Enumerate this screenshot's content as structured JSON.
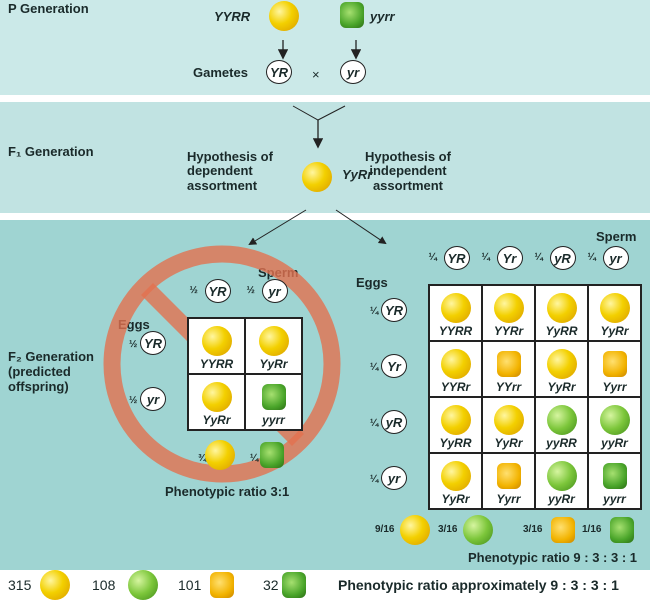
{
  "p_generation": {
    "label": "P Generation",
    "parent1": "YYRR",
    "parent2": "yyrr",
    "gametes_label": "Gametes",
    "gamete1": "YR",
    "cross": "×",
    "gamete2": "yr"
  },
  "f1_generation": {
    "label": "F₁ Generation",
    "genotype": "YyRr",
    "hyp_dependent": [
      "Hypothesis of",
      "dependent",
      "assortment"
    ],
    "hyp_independent": [
      "Hypothesis of",
      "independent",
      "assortment"
    ]
  },
  "f2_generation": {
    "label": [
      "F₂ Generation",
      "(predicted",
      "offspring)"
    ]
  },
  "dependent": {
    "sperm_label": "Sperm",
    "eggs_label": "Eggs",
    "sperm": [
      {
        "frac": "½",
        "g": "YR"
      },
      {
        "frac": "½",
        "g": "yr"
      }
    ],
    "eggs": [
      {
        "frac": "½",
        "g": "YR"
      },
      {
        "frac": "½",
        "g": "yr"
      }
    ],
    "cells": [
      [
        {
          "g": "YYRR",
          "p": "yr"
        },
        {
          "g": "YyRr",
          "p": "yr"
        }
      ],
      [
        {
          "g": "YyRr",
          "p": "yr"
        },
        {
          "g": "yyrr",
          "p": "gw"
        }
      ]
    ],
    "phenotypes": [
      {
        "frac": "¾",
        "p": "yr"
      },
      {
        "frac": "¼",
        "p": "gw"
      }
    ],
    "ratio": "Phenotypic ratio 3:1"
  },
  "independent": {
    "sperm_label": "Sperm",
    "eggs_label": "Eggs",
    "sperm": [
      {
        "frac": "¼",
        "g": "YR"
      },
      {
        "frac": "¼",
        "g": "Yr"
      },
      {
        "frac": "¼",
        "g": "yR"
      },
      {
        "frac": "¼",
        "g": "yr"
      }
    ],
    "eggs": [
      {
        "frac": "¼",
        "g": "YR"
      },
      {
        "frac": "¼",
        "g": "Yr"
      },
      {
        "frac": "¼",
        "g": "yR"
      },
      {
        "frac": "¼",
        "g": "yr"
      }
    ],
    "cells": [
      [
        {
          "g": "YYRR",
          "p": "yr"
        },
        {
          "g": "YYRr",
          "p": "yr"
        },
        {
          "g": "YyRR",
          "p": "yr"
        },
        {
          "g": "YyRr",
          "p": "yr"
        }
      ],
      [
        {
          "g": "YYRr",
          "p": "yr"
        },
        {
          "g": "YYrr",
          "p": "yw"
        },
        {
          "g": "YyRr",
          "p": "yr"
        },
        {
          "g": "Yyrr",
          "p": "yw"
        }
      ],
      [
        {
          "g": "YyRR",
          "p": "yr"
        },
        {
          "g": "YyRr",
          "p": "yr"
        },
        {
          "g": "yyRR",
          "p": "gr"
        },
        {
          "g": "yyRr",
          "p": "gr"
        }
      ],
      [
        {
          "g": "YyRr",
          "p": "yr"
        },
        {
          "g": "Yyrr",
          "p": "yw"
        },
        {
          "g": "yyRr",
          "p": "gr"
        },
        {
          "g": "yyrr",
          "p": "gw"
        }
      ]
    ],
    "phenotypes": [
      {
        "frac": "9/16",
        "p": "yr"
      },
      {
        "frac": "3/16",
        "p": "gr"
      },
      {
        "frac": "3/16",
        "p": "yw"
      },
      {
        "frac": "1/16",
        "p": "gw"
      }
    ],
    "ratio": "Phenotypic ratio 9 : 3 : 3 : 1"
  },
  "observed": {
    "counts": [
      {
        "n": "315",
        "p": "yr"
      },
      {
        "n": "108",
        "p": "gr"
      },
      {
        "n": "101",
        "p": "yw"
      },
      {
        "n": "32",
        "p": "gw"
      }
    ],
    "ratio": "Phenotypic ratio approximately 9 : 3 : 3 : 1"
  }
}
